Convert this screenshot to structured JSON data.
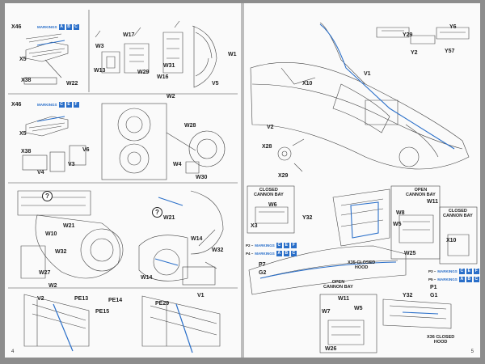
{
  "left": {
    "page_number": "4",
    "top_marking": {
      "text": "MARKINGS",
      "badges": [
        "A",
        "B",
        "C"
      ]
    },
    "mid_marking": {
      "text": "MARKINGS",
      "badges": [
        "C",
        "E",
        "F"
      ]
    },
    "labels": {
      "x46a": "X46",
      "x5a": "X5",
      "x38a": "X38",
      "w22": "W22",
      "w17": "W17",
      "w3": "W3",
      "w13": "W13",
      "w29": "W29",
      "w1": "W1",
      "w31": "W31",
      "w16": "W16",
      "v5": "V5",
      "w2a": "W2",
      "x46b": "X46",
      "x5b": "X5",
      "x38b": "X38",
      "v6": "V6",
      "v4": "V4",
      "v3": "V3",
      "w28": "W28",
      "w4": "W4",
      "w30": "W30",
      "w21a": "W21",
      "w10": "W10",
      "w32a": "W32",
      "w27": "W27",
      "w2b": "W2",
      "w21b": "W21",
      "w14a": "W14",
      "w32b": "W32",
      "w14b": "W14",
      "v2": "V2",
      "pe13": "PE13",
      "pe14": "PE14",
      "pe15": "PE15",
      "pe29": "PE29",
      "v1": "V1"
    },
    "notes": [
      "?",
      "?"
    ]
  },
  "right": {
    "page_number": "5",
    "labels": {
      "y29": "Y29",
      "y6": "Y6",
      "y2": "Y2",
      "y57": "Y57",
      "v1": "V1",
      "x10a": "X10",
      "v2": "V2",
      "x28": "X28",
      "x29": "X29",
      "x3": "X3",
      "w6": "W6",
      "y32a": "Y32",
      "w11a": "W11",
      "w8": "W8",
      "w5a": "W5",
      "w25": "W25",
      "x10b": "X10",
      "p7": "P7",
      "g2": "G2",
      "p1": "P1",
      "g1": "G1",
      "y32b": "Y32",
      "w11b": "W11",
      "w7": "W7",
      "w5b": "W5",
      "w26": "W26"
    },
    "captions": {
      "closed_bay_left": "CLOSED\nCANNON BAY",
      "open_bay_top": "OPEN\nCANNON BAY",
      "closed_bay_right": "CLOSED\nCANNON BAY",
      "open_bay_bottom": "OPEN\nCANNON BAY",
      "x35": "X35 CLOSED\nHOOD",
      "x36": "X36 CLOSED\nHOOD"
    },
    "marking_p2": {
      "prefix": "P2 –",
      "text": "MARKINGS",
      "badges": [
        "C",
        "E",
        "F"
      ]
    },
    "marking_p4": {
      "prefix": "P4 –",
      "text": "MARKINGS",
      "badges": [
        "A",
        "B",
        "C"
      ]
    },
    "marking_p3": {
      "prefix": "P3 –",
      "text": "MARKINGS",
      "badges": [
        "C",
        "E",
        "F"
      ]
    },
    "marking_p5": {
      "prefix": "P5 –",
      "text": "MARKINGS",
      "badges": [
        "A",
        "B",
        "C"
      ]
    }
  },
  "colors": {
    "accent_blue": "#2a6fc9",
    "line": "#333333",
    "paper": "#fafafa"
  }
}
